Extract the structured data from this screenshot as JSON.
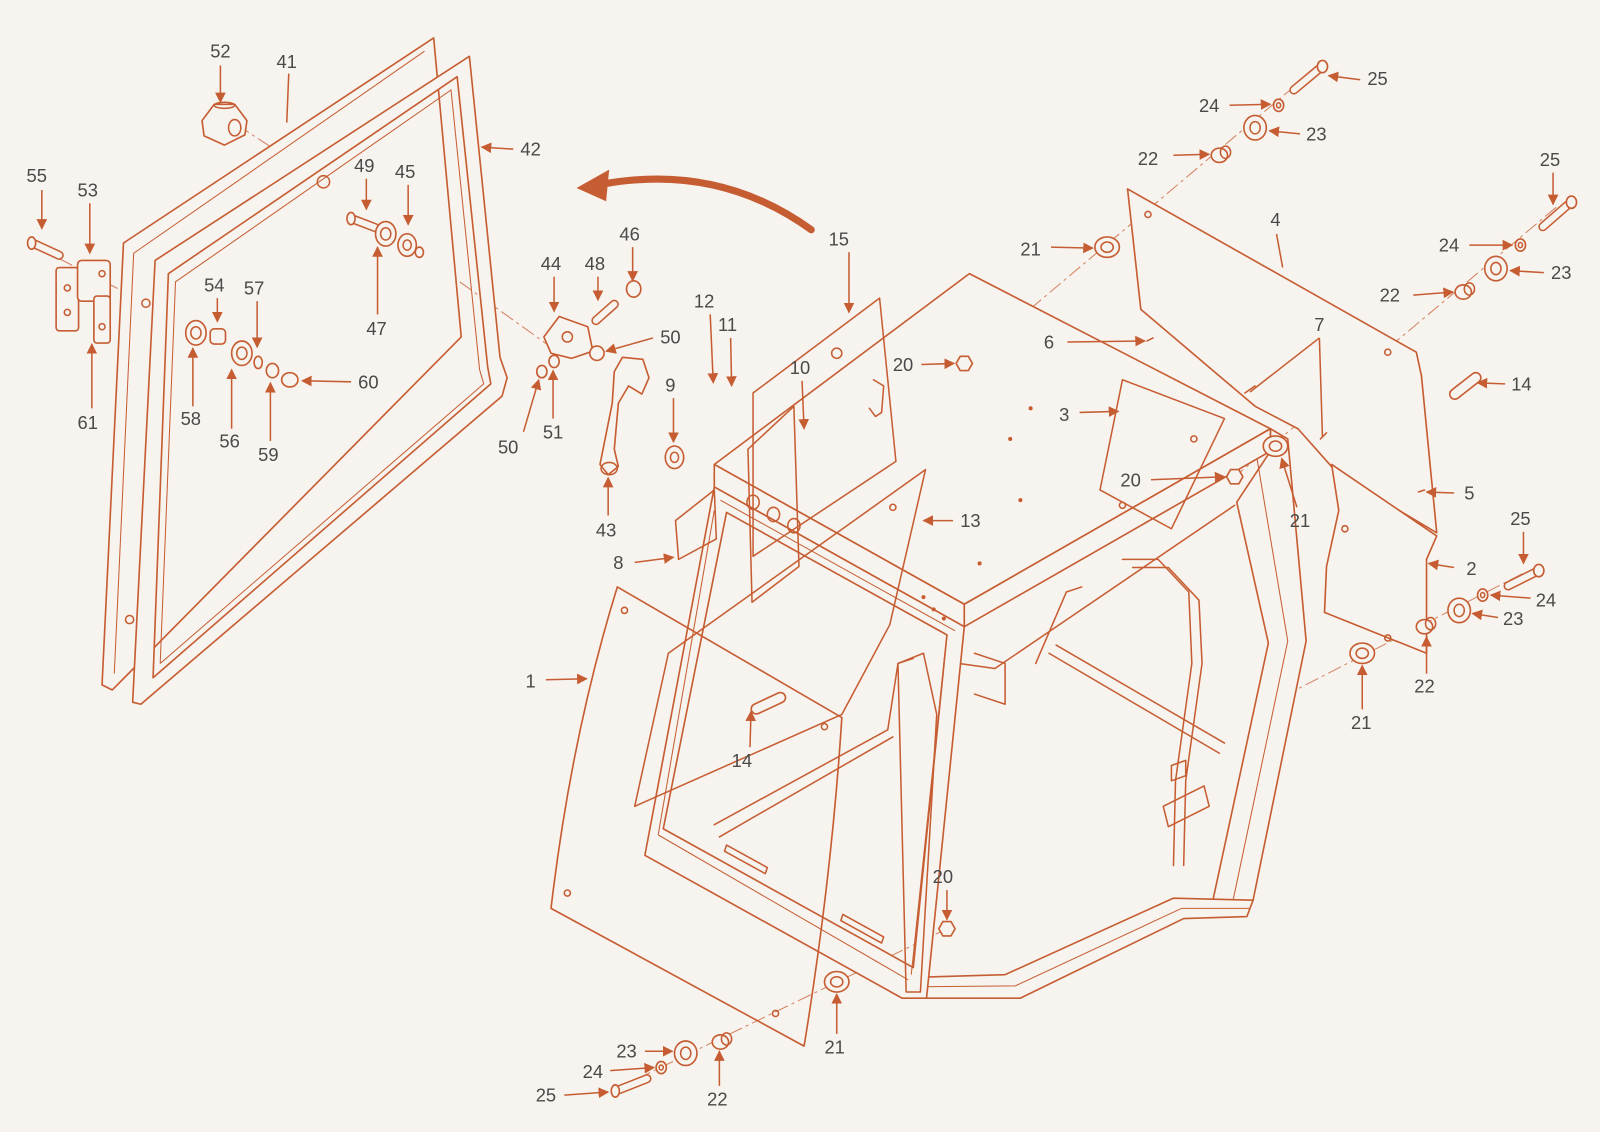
{
  "colors": {
    "background": "#f7f3ee",
    "line": "#c65d32",
    "label": "#4a4a4a"
  },
  "icons": {
    "rotation_arrow": "curved-arrow-icon"
  },
  "callouts": [
    "52",
    "41",
    "42",
    "55",
    "53",
    "49",
    "45",
    "54",
    "57",
    "58",
    "56",
    "59",
    "60",
    "61",
    "47",
    "44",
    "48",
    "46",
    "50",
    "50",
    "51",
    "43",
    "12",
    "11",
    "10",
    "9",
    "15",
    "8",
    "13",
    "1",
    "14",
    "14",
    "20",
    "6",
    "3",
    "7",
    "4",
    "21",
    "22",
    "24",
    "23",
    "25",
    "25",
    "24",
    "23",
    "22",
    "20",
    "21",
    "5",
    "2",
    "25",
    "24",
    "23",
    "22",
    "21",
    "20",
    "21",
    "23",
    "24",
    "25",
    "22"
  ]
}
